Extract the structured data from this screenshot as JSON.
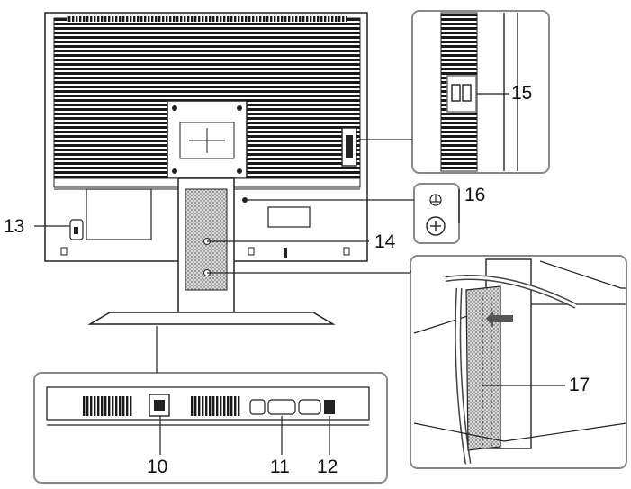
{
  "figure": {
    "callouts": {
      "c10": "10",
      "c11": "11",
      "c12": "12",
      "c13": "13",
      "c14": "14",
      "c15": "15",
      "c16": "16",
      "c17": "17"
    }
  }
}
